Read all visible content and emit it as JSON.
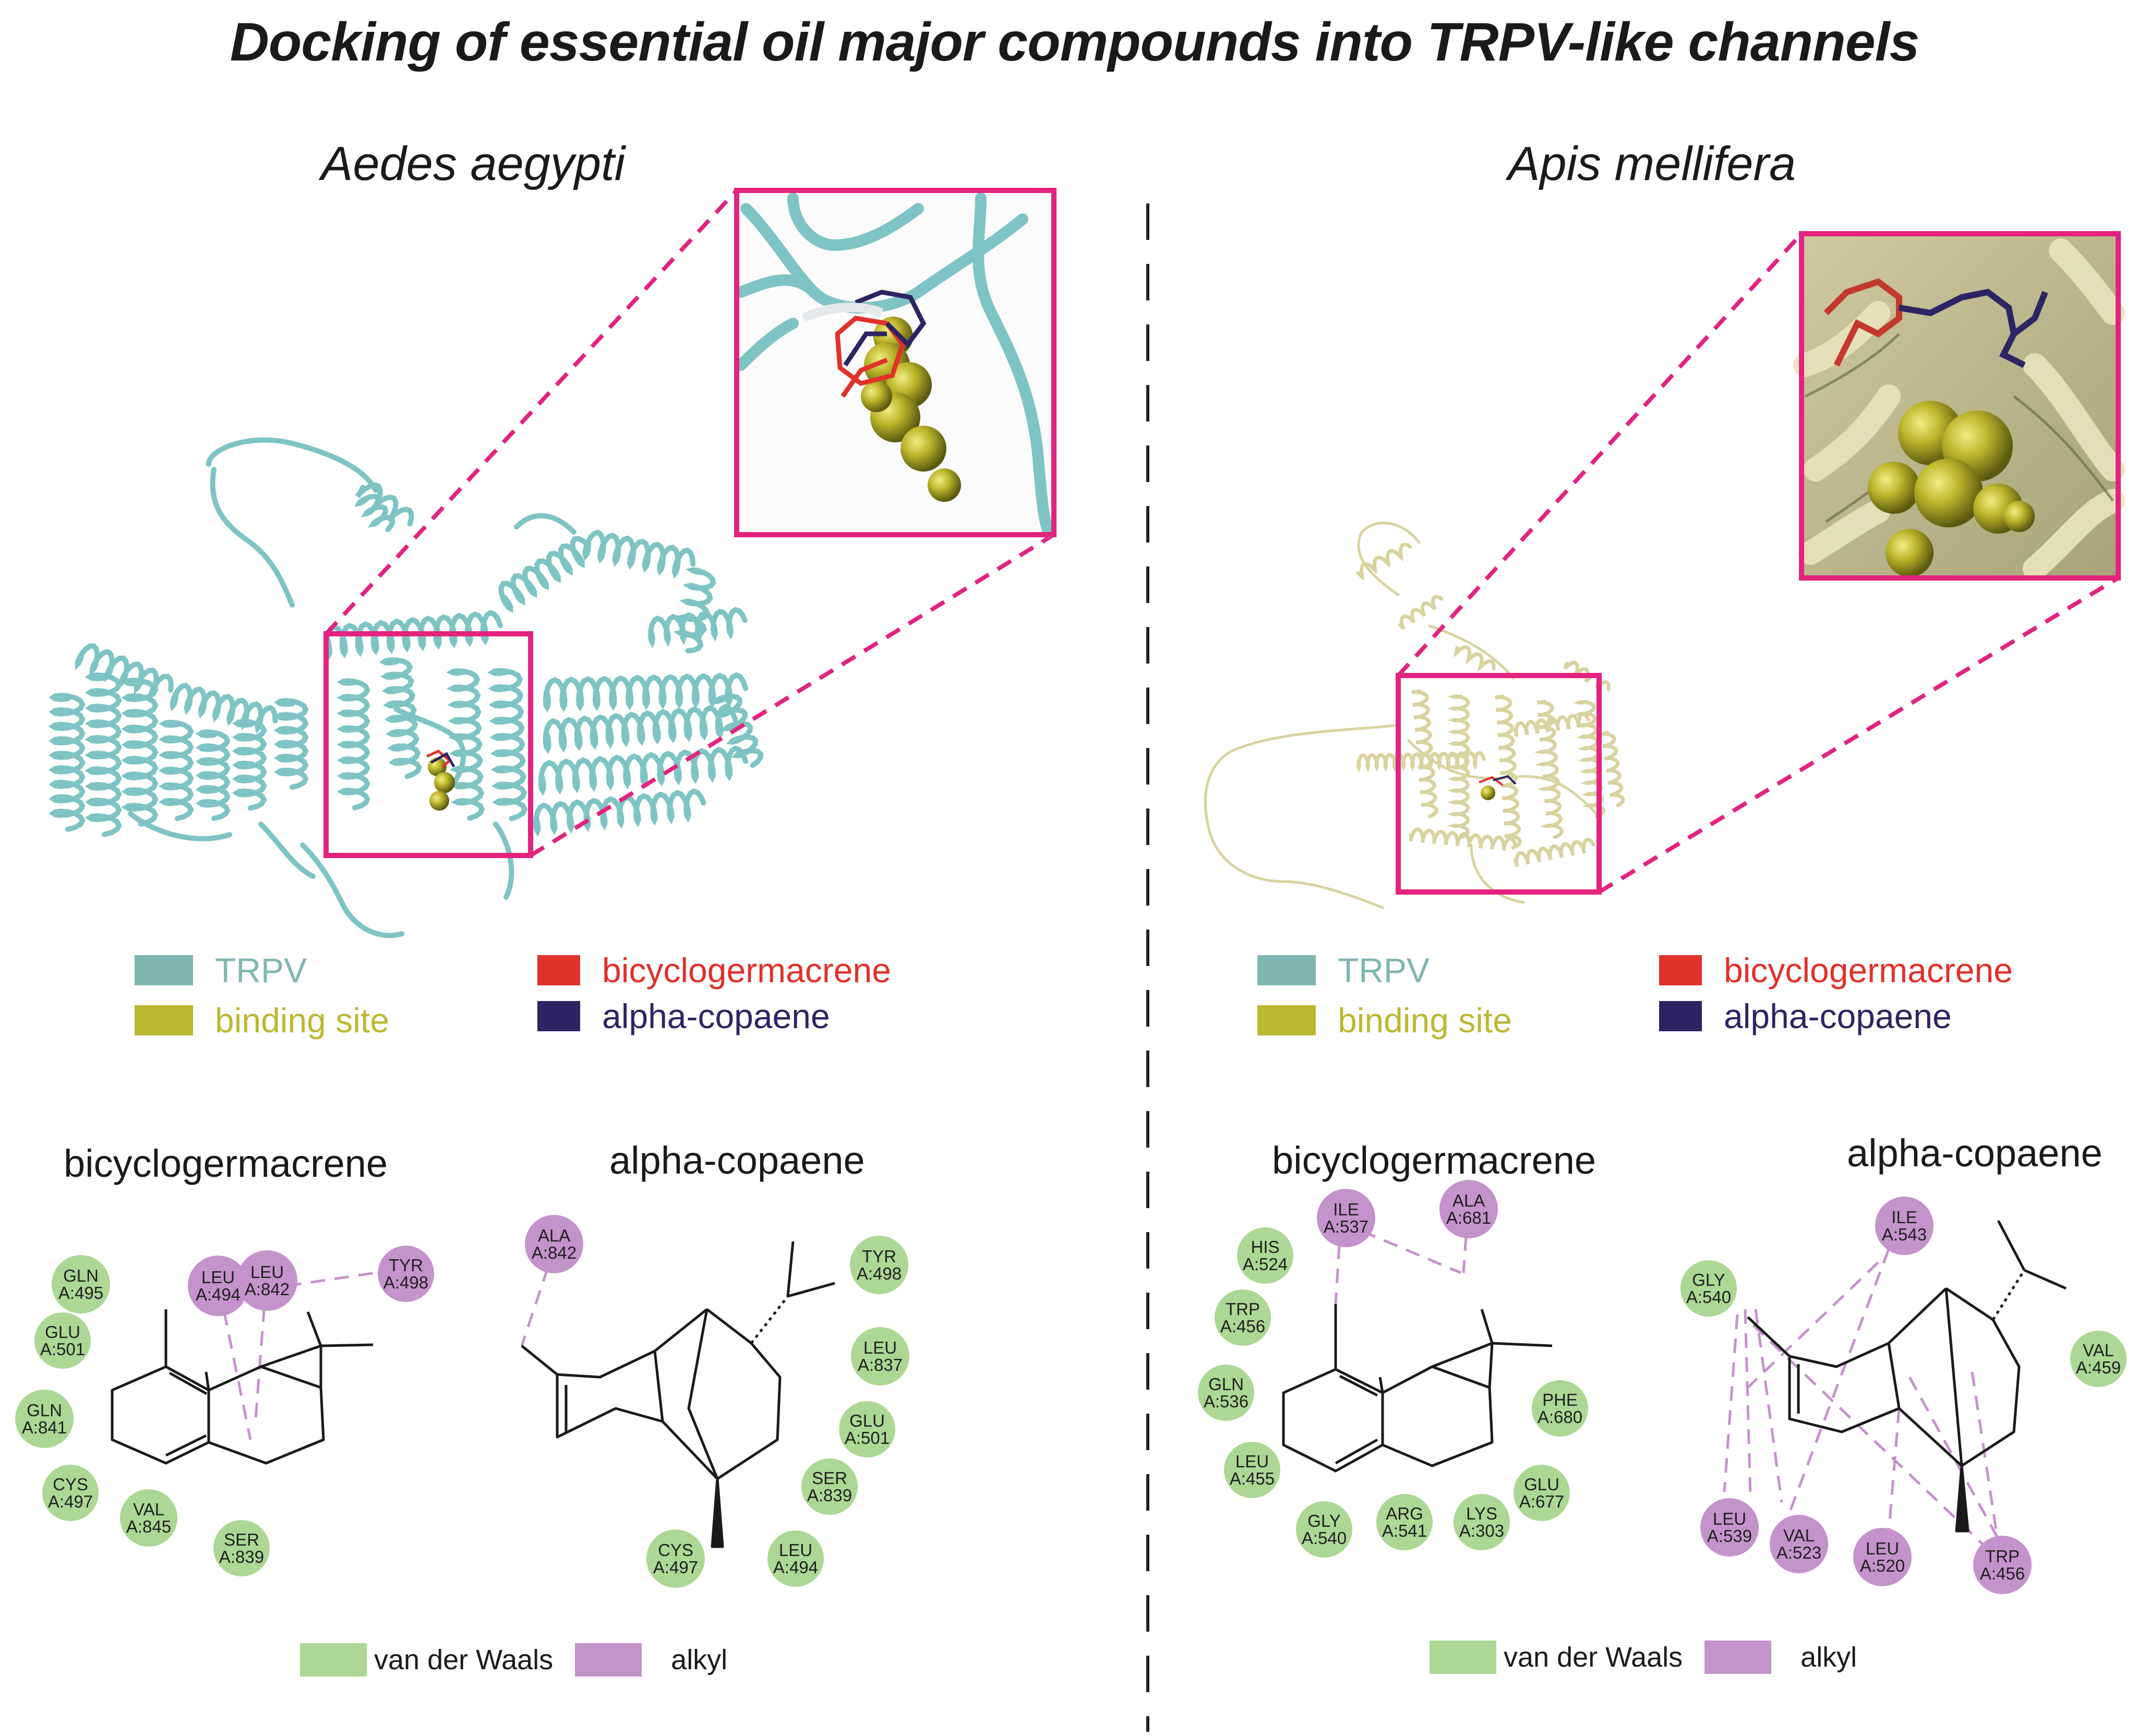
{
  "title": "Docking of essential oil major compounds into TRPV-like channels",
  "colors": {
    "trpv": "#7fb6b0",
    "binding_site": "#bcb832",
    "bicyclogermacrene": "#e0312a",
    "alpha_copaene": "#2d2464",
    "van_der_waals": "#acd795",
    "alkyl": "#c493cb",
    "magenta_frame": "#e2237f",
    "aedes_ribbon": "#7fc4c4",
    "apis_ribbon": "#d8d3a0"
  },
  "panels": {
    "left": {
      "species": "Aedes aegypti",
      "legend": {
        "trpv": "TRPV",
        "binding_site": "binding site",
        "bicyclogermacrene": "bicyclogermacrene",
        "alpha_copaene": "alpha-copaene"
      },
      "bicyclogermacrene": {
        "title": "bicyclogermacrene",
        "residues": [
          {
            "name": "GLN",
            "id": "A:495",
            "type": "vdw"
          },
          {
            "name": "GLU",
            "id": "A:501",
            "type": "vdw"
          },
          {
            "name": "GLN",
            "id": "A:841",
            "type": "vdw"
          },
          {
            "name": "CYS",
            "id": "A:497",
            "type": "vdw"
          },
          {
            "name": "VAL",
            "id": "A:845",
            "type": "vdw"
          },
          {
            "name": "SER",
            "id": "A:839",
            "type": "vdw"
          },
          {
            "name": "LEU",
            "id": "A:494",
            "type": "alkyl"
          },
          {
            "name": "LEU",
            "id": "A:842",
            "type": "alkyl"
          },
          {
            "name": "TYR",
            "id": "A:498",
            "type": "alkyl"
          }
        ]
      },
      "alpha_copaene": {
        "title": "alpha-copaene",
        "residues": [
          {
            "name": "ALA",
            "id": "A:842",
            "type": "alkyl"
          },
          {
            "name": "TYR",
            "id": "A:498",
            "type": "vdw"
          },
          {
            "name": "LEU",
            "id": "A:837",
            "type": "vdw"
          },
          {
            "name": "GLU",
            "id": "A:501",
            "type": "vdw"
          },
          {
            "name": "SER",
            "id": "A:839",
            "type": "vdw"
          },
          {
            "name": "LEU",
            "id": "A:494",
            "type": "vdw"
          },
          {
            "name": "CYS",
            "id": "A:497",
            "type": "vdw"
          }
        ]
      },
      "interaction_legend": {
        "vdw": "van der Waals",
        "alkyl": "alkyl"
      }
    },
    "right": {
      "species": "Apis mellifera",
      "legend": {
        "trpv": "TRPV",
        "binding_site": "binding site",
        "bicyclogermacrene": "bicyclogermacrene",
        "alpha_copaene": "alpha-copaene"
      },
      "bicyclogermacrene": {
        "title": "bicyclogermacrene",
        "residues": [
          {
            "name": "ILE",
            "id": "A:537",
            "type": "alkyl"
          },
          {
            "name": "ALA",
            "id": "A:681",
            "type": "alkyl"
          },
          {
            "name": "HIS",
            "id": "A:524",
            "type": "vdw"
          },
          {
            "name": "TRP",
            "id": "A:456",
            "type": "vdw"
          },
          {
            "name": "GLN",
            "id": "A:536",
            "type": "vdw"
          },
          {
            "name": "LEU",
            "id": "A:455",
            "type": "vdw"
          },
          {
            "name": "GLY",
            "id": "A:540",
            "type": "vdw"
          },
          {
            "name": "ARG",
            "id": "A:541",
            "type": "vdw"
          },
          {
            "name": "LYS",
            "id": "A:303",
            "type": "vdw"
          },
          {
            "name": "GLU",
            "id": "A:677",
            "type": "vdw"
          },
          {
            "name": "PHE",
            "id": "A:680",
            "type": "vdw"
          }
        ]
      },
      "alpha_copaene": {
        "title": "alpha-copaene",
        "residues": [
          {
            "name": "ILE",
            "id": "A:543",
            "type": "alkyl"
          },
          {
            "name": "GLY",
            "id": "A:540",
            "type": "vdw"
          },
          {
            "name": "VAL",
            "id": "A:459",
            "type": "vdw"
          },
          {
            "name": "LEU",
            "id": "A:539",
            "type": "alkyl"
          },
          {
            "name": "VAL",
            "id": "A:523",
            "type": "alkyl"
          },
          {
            "name": "LEU",
            "id": "A:520",
            "type": "alkyl"
          },
          {
            "name": "TRP",
            "id": "A:456",
            "type": "alkyl"
          }
        ]
      },
      "interaction_legend": {
        "vdw": "van der Waals",
        "alkyl": "alkyl"
      }
    }
  }
}
